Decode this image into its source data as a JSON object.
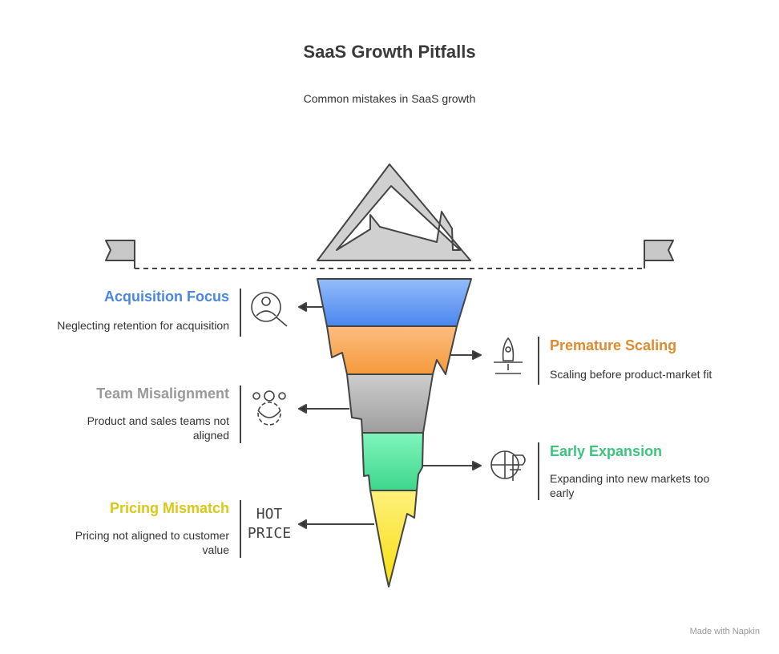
{
  "title": "SaaS Growth Pitfalls",
  "subtitle": "Common mistakes in SaaS growth",
  "items": [
    {
      "title": "Acquisition Focus",
      "desc": "Neglecting retention for acquisition",
      "color": "#4a86e0",
      "icon": "user-search-icon"
    },
    {
      "title": "Premature Scaling",
      "desc": "Scaling before product-market fit",
      "color": "#e08a2e",
      "icon": "rocket-icon"
    },
    {
      "title": "Team Misalignment",
      "desc": "Product and sales teams not aligned",
      "color": "#9a9a9a",
      "icon": "team-gear-icon"
    },
    {
      "title": "Early Expansion",
      "desc": "Expanding into new markets too early",
      "color": "#3cc47e",
      "icon": "globe-currency-icon"
    },
    {
      "title": "Pricing Mismatch",
      "desc": "Pricing not aligned to customer value",
      "color": "#d8c818",
      "icon": "hot-price-icon"
    }
  ],
  "hot_price": {
    "line1": "HOT",
    "line2": "PRICE"
  },
  "footer": "Made with  Napkin"
}
